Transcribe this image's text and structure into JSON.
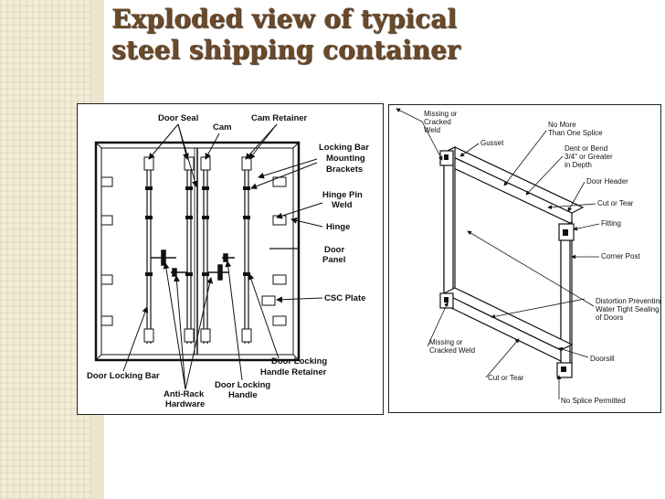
{
  "slide": {
    "title_line1": "Exploded view of typical",
    "title_line2": "steel shipping container"
  },
  "door_diagram": {
    "labels": {
      "door_seal": "Door Seal",
      "cam": "Cam",
      "cam_retainer": "Cam Retainer",
      "locking_bar_mounting_brackets": [
        "Locking Bar",
        "Mounting",
        "Brackets"
      ],
      "hinge_pin_weld": [
        "Hinge Pin",
        "Weld"
      ],
      "hinge": "Hinge",
      "door_panel": [
        "Door",
        "Panel"
      ],
      "csc_plate": "CSC Plate",
      "door_locking_bar": "Door Locking Bar",
      "door_locking_handle_retainer": [
        "Door Locking",
        "Handle Retainer"
      ],
      "anti_rack_hardware": [
        "Anti-Rack",
        "Hardware"
      ],
      "door_locking_handle": [
        "Door Locking",
        "Handle"
      ]
    }
  },
  "frame_diagram": {
    "labels": {
      "missing_cracked_weld_top": [
        "Missing or",
        "Cracked",
        "Weld"
      ],
      "no_more_than_one_splice": [
        "No More",
        "Than One Splice"
      ],
      "gusset": "Gusset",
      "dent_or_bend": [
        "Dent or Bend",
        "3/4\" or Greater",
        "in Depth"
      ],
      "door_header": "Door Header",
      "cut_or_tear_top": "Cut or Tear",
      "fitting": "Fitting",
      "corner_post": "Corner Post",
      "distortion": [
        "Distortion Preventing",
        "Water Tight Sealing",
        "of Doors"
      ],
      "missing_cracked_weld_bottom": [
        "Missing or",
        "Cracked Weld"
      ],
      "doorsill": "Doorsill",
      "cut_or_tear_bottom": "Cut or Tear",
      "no_splice_permitted": "No Splice Permitted"
    }
  }
}
